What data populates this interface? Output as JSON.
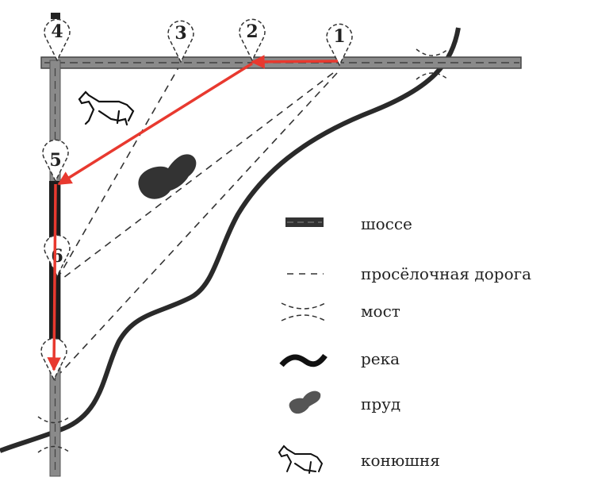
{
  "markers": [
    "1",
    "2",
    "3",
    "4",
    "5",
    "6"
  ],
  "legend": {
    "highway": "шоссе",
    "dirt_road": "просёлочная дорога",
    "bridge": "мост",
    "river": "река",
    "pond": "пруд",
    "stable": "конюшня"
  },
  "colors": {
    "route": "#e8392f",
    "road": "#8a8a8a",
    "river": "#2a2a2a"
  }
}
